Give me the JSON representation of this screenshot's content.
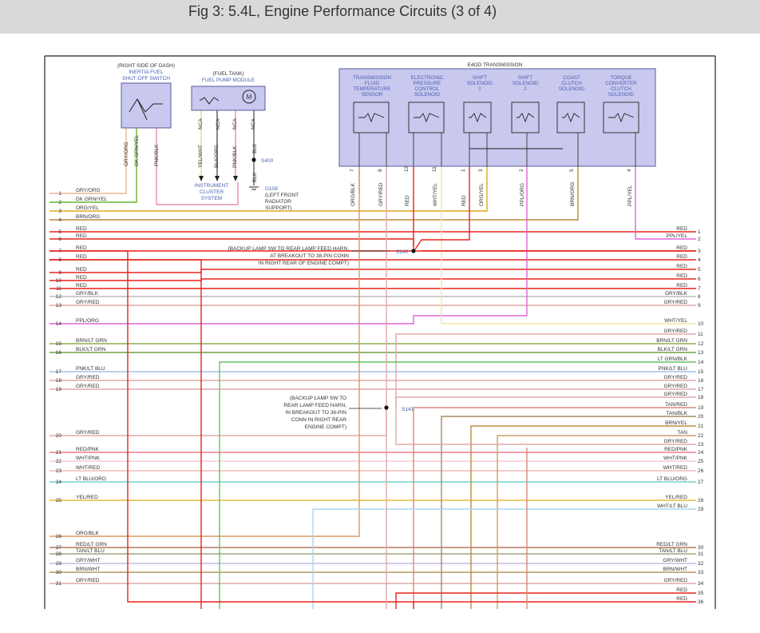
{
  "header": {
    "title": "Fig 3: 5.4L, Engine Performance Circuits (3 of 4)"
  },
  "colors": {
    "header_bg": "#d9d9d9",
    "box_fill": "#c9c9ef",
    "box_stroke": "#5a5a9a",
    "label_blue": "#4a5fb0",
    "text_dark": "#333333"
  },
  "components": {
    "inertia": {
      "lines": [
        "(RIGHT SIDE OF DASH)",
        "INERTIA FUEL",
        "SHUT-OFF SWITCH"
      ]
    },
    "fuelpump": {
      "lines": [
        "(FUEL TANK)",
        "FUEL PUMP MODULE"
      ]
    },
    "trans_title": "E4OD TRANSMISSION",
    "trans": [
      {
        "lines": [
          "TRANSMISSION",
          "FLUID",
          "TEMPERATURE",
          "SENSOR"
        ]
      },
      {
        "lines": [
          "ELECTRONIC",
          "PRESSURE",
          "CONTROL",
          "SOLENOID"
        ]
      },
      {
        "lines": [
          "SHIFT",
          "SOLENOID",
          "1"
        ]
      },
      {
        "lines": [
          "SHIFT",
          "SOLENOID",
          "2"
        ]
      },
      {
        "lines": [
          "COAST",
          "CLUTCH",
          "SOLENOID"
        ]
      },
      {
        "lines": [
          "TORQUE",
          "CONVERTER",
          "CLUTCH",
          "SOLENOID"
        ]
      }
    ],
    "nca": "NCA",
    "s400": "S400",
    "g108": [
      "G108",
      "(LEFT FRONT",
      "RADIATOR",
      "SUPPORT)"
    ],
    "cluster": [
      "INSTRUMENT",
      "CLUSTER",
      "SYSTEM"
    ],
    "s140": {
      "label": "S140",
      "note": [
        "(BACKUP LAMP SW TO REAR LAMP FEED HARN,",
        "AT BREAKOUT TO 38-PIN CONN",
        "IN RIGHT REAR OF ENGINE COMPT)"
      ]
    },
    "s141": {
      "label": "S141",
      "note": [
        "(BACKUP LAMP SW TO",
        "REAR LAMP FEED HARN,",
        "IN BREAKOUT TO 38-PIN",
        "CONN IN RIGHT REAR",
        "ENGINE COMPT)"
      ]
    }
  },
  "vertical_wires": {
    "inertia": [
      "GRY/ORG",
      "DK GRN/YEL",
      "PNK/BLK"
    ],
    "fuelpump": [
      "YEL/WHT",
      "BLK/ORG",
      "PNK/BLK",
      "BLK",
      "BLK"
    ],
    "trans_pins": [
      {
        "pin": "7",
        "color": "ORG/BLK"
      },
      {
        "pin": "8",
        "color": "GRY/RED"
      },
      {
        "pin": "12",
        "color": "RED"
      },
      {
        "pin": "11",
        "color": "WHT/YEL"
      },
      {
        "pin": "1",
        "color": "RED"
      },
      {
        "pin": "3",
        "color": "ORG/YEL"
      },
      {
        "pin": "2",
        "color": "PPL/ORG"
      },
      {
        "pin": "5",
        "color": "BRN/ORG"
      },
      {
        "pin": "4",
        "color": "PPL/YEL"
      }
    ]
  },
  "left_wires": [
    {
      "num": "1",
      "label": "GRY/ORG"
    },
    {
      "num": "2",
      "label": "DK GRN/YEL"
    },
    {
      "num": "3",
      "label": "ORG/YEL"
    },
    {
      "num": "4",
      "label": "BRN/ORG"
    },
    {
      "num": "5",
      "label": "RED"
    },
    {
      "num": "6",
      "label": "RED"
    },
    {
      "num": "7",
      "label": "RED"
    },
    {
      "num": "8",
      "label": "RED"
    },
    {
      "num": "9",
      "label": "RED"
    },
    {
      "num": "10",
      "label": "RED"
    },
    {
      "num": "11",
      "label": "RED"
    },
    {
      "num": "12",
      "label": "GRY/BLK"
    },
    {
      "num": "13",
      "label": "GRY/RED"
    },
    {
      "num": "14",
      "label": "PPL/ORG"
    },
    {
      "num": "15",
      "label": "BRN/LT GRN"
    },
    {
      "num": "16",
      "label": "BLK/LT GRN"
    },
    {
      "num": "17",
      "label": "PNK/LT BLU"
    },
    {
      "num": "18",
      "label": "GRY/RED"
    },
    {
      "num": "19",
      "label": "GRY/RED"
    },
    {
      "num": "20",
      "label": "GRY/RED"
    },
    {
      "num": "21",
      "label": "RED/PNK"
    },
    {
      "num": "22",
      "label": "WHT/PNK"
    },
    {
      "num": "23",
      "label": "WHT/RED"
    },
    {
      "num": "24",
      "label": "LT BLU/ORG"
    },
    {
      "num": "25",
      "label": "YEL/RED"
    },
    {
      "num": "26",
      "label": "ORG/BLK"
    },
    {
      "num": "27",
      "label": "RED/LT GRN"
    },
    {
      "num": "28",
      "label": "TAN/LT BLU"
    },
    {
      "num": "29",
      "label": "GRY/WHT"
    },
    {
      "num": "30",
      "label": "BRN/WHT"
    },
    {
      "num": "31",
      "label": "GRY/RED"
    }
  ],
  "right_wires": [
    {
      "num": "1",
      "label": "RED"
    },
    {
      "num": "2",
      "label": "PPL/YEL"
    },
    {
      "num": "3",
      "label": "RED"
    },
    {
      "num": "4",
      "label": "RED"
    },
    {
      "num": "5",
      "label": "RED"
    },
    {
      "num": "6",
      "label": "RED"
    },
    {
      "num": "7",
      "label": "RED"
    },
    {
      "num": "8",
      "label": "GRY/BLK"
    },
    {
      "num": "9",
      "label": "GRY/RED"
    },
    {
      "num": "10",
      "label": "WHT/YEL"
    },
    {
      "num": "11",
      "label": "GRY/RED"
    },
    {
      "num": "12",
      "label": "BRN/LT GRN"
    },
    {
      "num": "13",
      "label": "BLK/LT GRN"
    },
    {
      "num": "14",
      "label": "LT GRN/BLK"
    },
    {
      "num": "15",
      "label": "PNK/LT BLU"
    },
    {
      "num": "16",
      "label": "GRY/RED"
    },
    {
      "num": "17",
      "label": "GRY/RED"
    },
    {
      "num": "18",
      "label": "GRY/RED"
    },
    {
      "num": "19",
      "label": "TAN/RED"
    },
    {
      "num": "20",
      "label": "TAN/BLK"
    },
    {
      "num": "21",
      "label": "BRN/YEL"
    },
    {
      "num": "22",
      "label": "TAN"
    },
    {
      "num": "23",
      "label": "GRY/RED"
    },
    {
      "num": "24",
      "label": "RED/PNK"
    },
    {
      "num": "25",
      "label": "WHT/PNK"
    },
    {
      "num": "26",
      "label": "WHT/RED"
    },
    {
      "num": "27",
      "label": "LT BLU/ORG"
    },
    {
      "num": "28",
      "label": "YEL/RED"
    },
    {
      "num": "29",
      "label": "WHT/LT BLU"
    },
    {
      "num": "30",
      "label": "RED/LT GRN"
    },
    {
      "num": "31",
      "label": "TAN/LT BLU"
    },
    {
      "num": "32",
      "label": "GRY/WHT"
    },
    {
      "num": "33",
      "label": "BRN/WHT"
    },
    {
      "num": "34",
      "label": "GRY/RED"
    },
    {
      "num": "35",
      "label": "RED"
    },
    {
      "num": "36",
      "label": "RED"
    }
  ]
}
